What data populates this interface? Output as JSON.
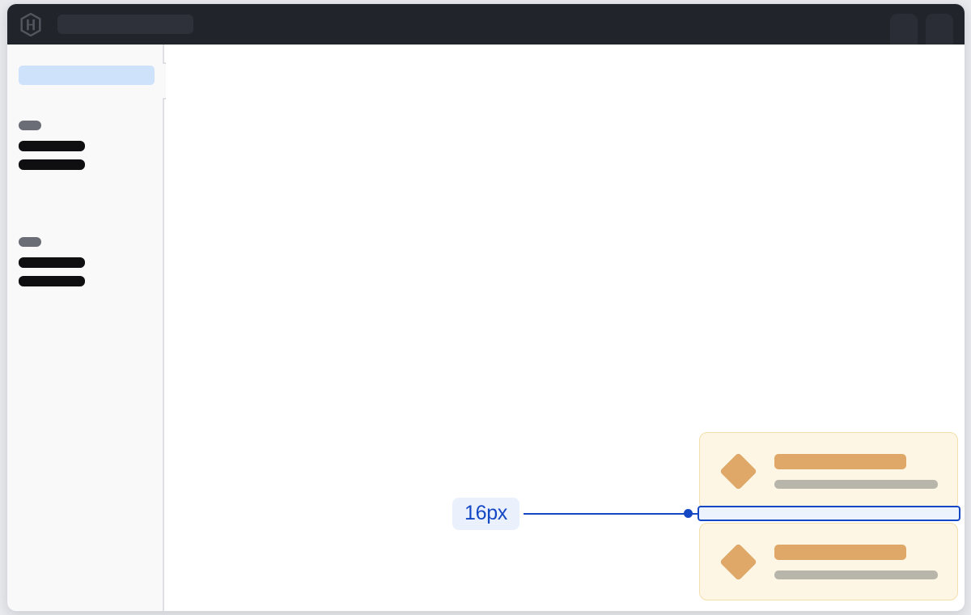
{
  "window": {
    "background_color": "#ffffff",
    "page_backdrop_color": "#e9eaee"
  },
  "topbar": {
    "background_color": "#22242c",
    "logo_icon": "hashicorp-hexagon-logo",
    "search": {
      "icon": "search-input",
      "value": "",
      "placeholder": ""
    },
    "right_chips": [
      {
        "icon": "user-menu-chip"
      },
      {
        "icon": "account-menu-chip"
      }
    ]
  },
  "sidebar": {
    "background_color": "#f9f9fa",
    "border_color": "#dedfe4",
    "selected_item": {
      "label": "",
      "highlight_color": "#cfe2fb"
    },
    "selection_notch": "active-item-notch",
    "groups": [
      {
        "label": "",
        "label_color": "#6b6d76",
        "items": [
          {
            "label": ""
          },
          {
            "label": ""
          }
        ]
      },
      {
        "label": "",
        "label_color": "#6b6d76",
        "items": [
          {
            "label": ""
          },
          {
            "label": ""
          }
        ]
      }
    ]
  },
  "main": {
    "background_color": "#ffffff",
    "cards": [
      {
        "icon": "diamond-icon",
        "icon_color": "#dfa869",
        "title": "",
        "subtitle": "",
        "background_color": "#fdf6e4",
        "border_color": "#f3dfae"
      },
      {
        "icon": "diamond-icon",
        "icon_color": "#dfa869",
        "title": "",
        "subtitle": "",
        "background_color": "#fdf6e4",
        "border_color": "#f3dfae"
      }
    ]
  },
  "annotation": {
    "measurement_label": "16px",
    "accent_color": "#1447c4",
    "badge_background_color": "#eaf1fd",
    "measurement_fill_color": "#edf3fd",
    "target": "gap-between-cards"
  }
}
